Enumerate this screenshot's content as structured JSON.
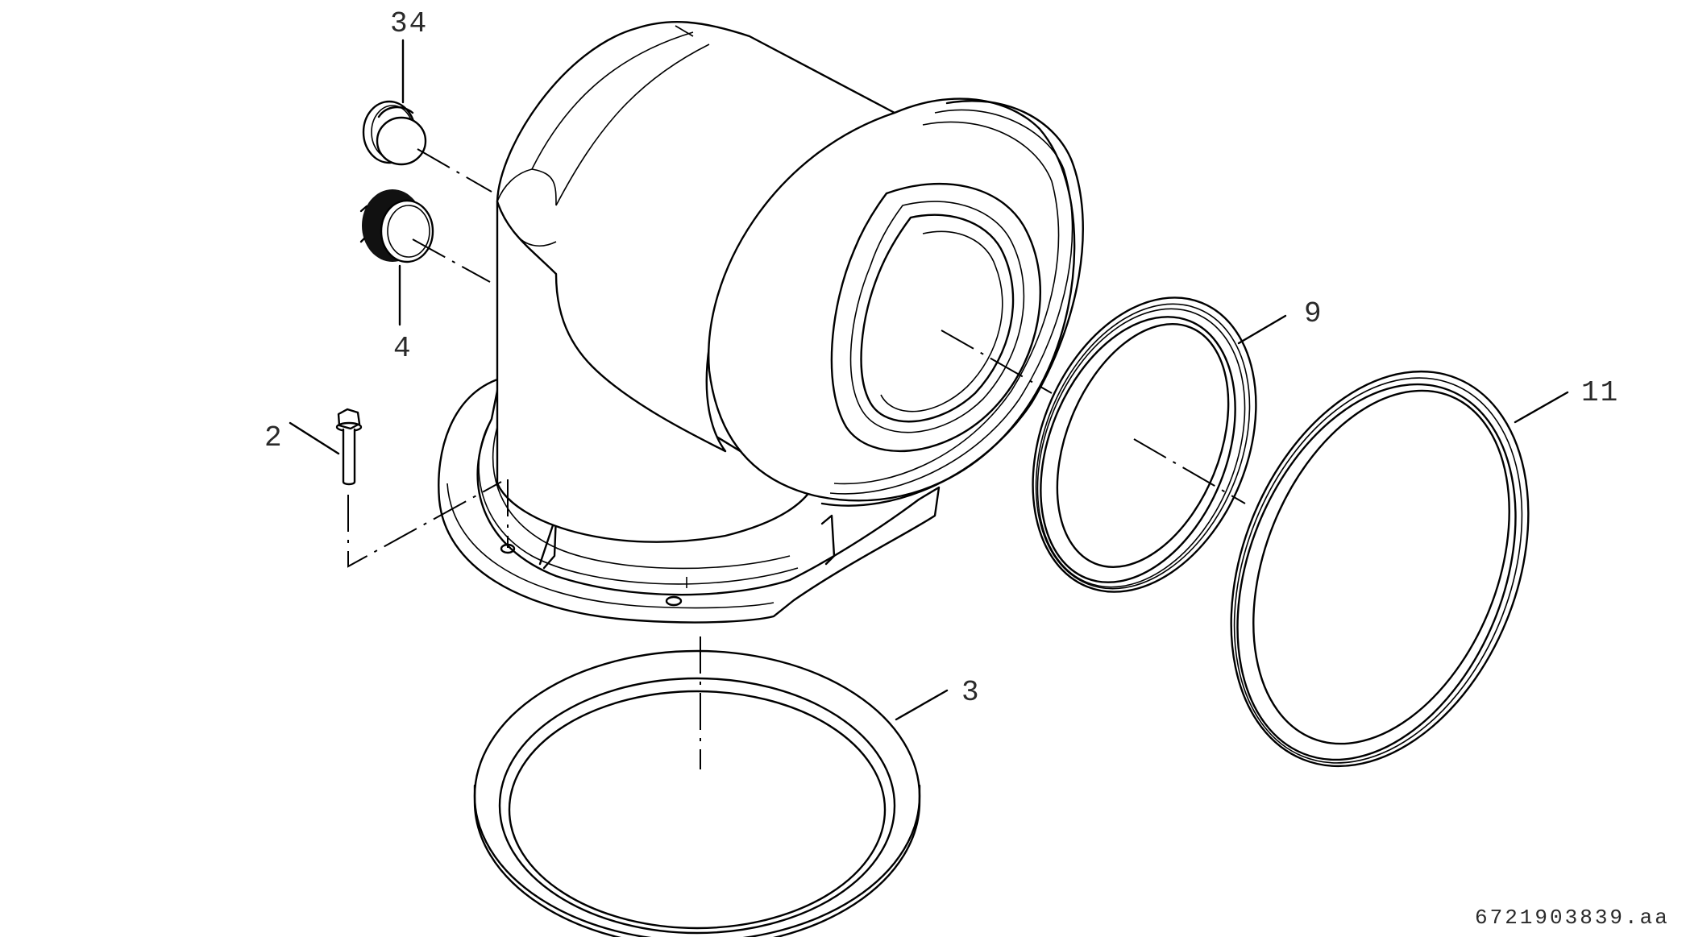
{
  "diagram": {
    "type": "exploded-parts-view",
    "subject": "flue elbow assembly",
    "callouts": [
      {
        "id": "34",
        "label": "34",
        "part": "cap"
      },
      {
        "id": "4",
        "label": "4",
        "part": "knurled screw cap"
      },
      {
        "id": "2",
        "label": "2",
        "part": "hex bolt"
      },
      {
        "id": "3",
        "label": "3",
        "part": "base seal ring"
      },
      {
        "id": "9",
        "label": "9",
        "part": "inner pipe seal ring"
      },
      {
        "id": "11",
        "label": "11",
        "part": "outer pipe seal ring"
      }
    ],
    "document_id": "6721903839.aa",
    "colors": {
      "line": "#000000",
      "text": "#2a2a2a",
      "background": "#ffffff"
    }
  }
}
